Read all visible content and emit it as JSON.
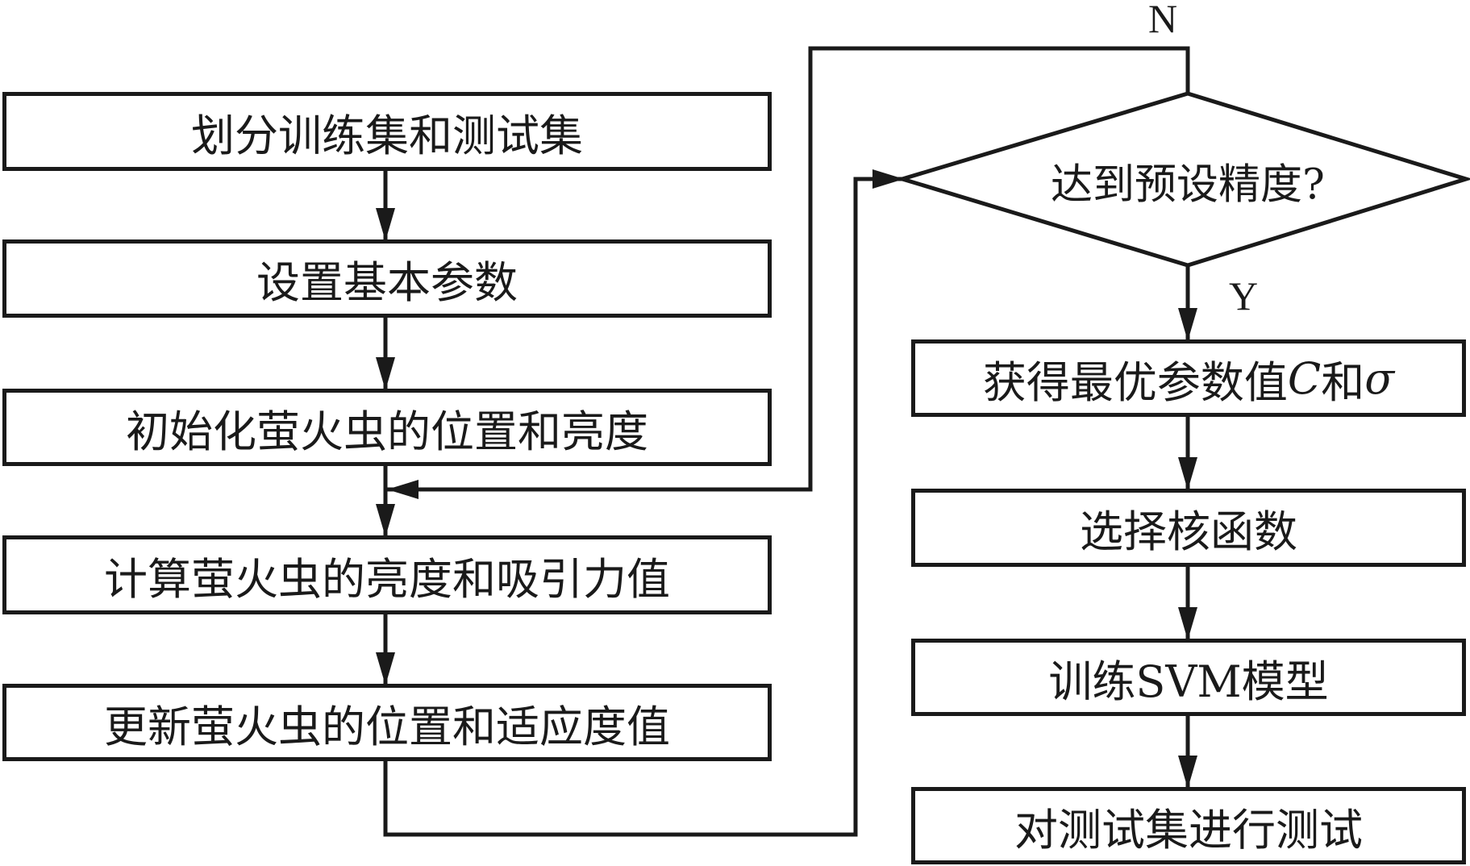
{
  "left_steps": [
    {
      "label": "划分训练集和测试集"
    },
    {
      "label": "设置基本参数"
    },
    {
      "label": "初始化萤火虫的位置和亮度"
    },
    {
      "label": "计算萤火虫的亮度和吸引力值"
    },
    {
      "label": "更新萤火虫的位置和适应度值"
    }
  ],
  "decision": {
    "label": "达到预设精度?",
    "no_label": "N",
    "yes_label": "Y"
  },
  "right_steps": [
    {
      "prefix": "获得最优参数值",
      "var1": "C",
      "mid": "和",
      "var2": "σ"
    },
    {
      "label": "选择核函数"
    },
    {
      "label": "训练SVM模型"
    },
    {
      "label": "对测试集进行测试"
    }
  ],
  "colors": {
    "stroke": "#1a1a1a",
    "background": "#ffffff"
  }
}
